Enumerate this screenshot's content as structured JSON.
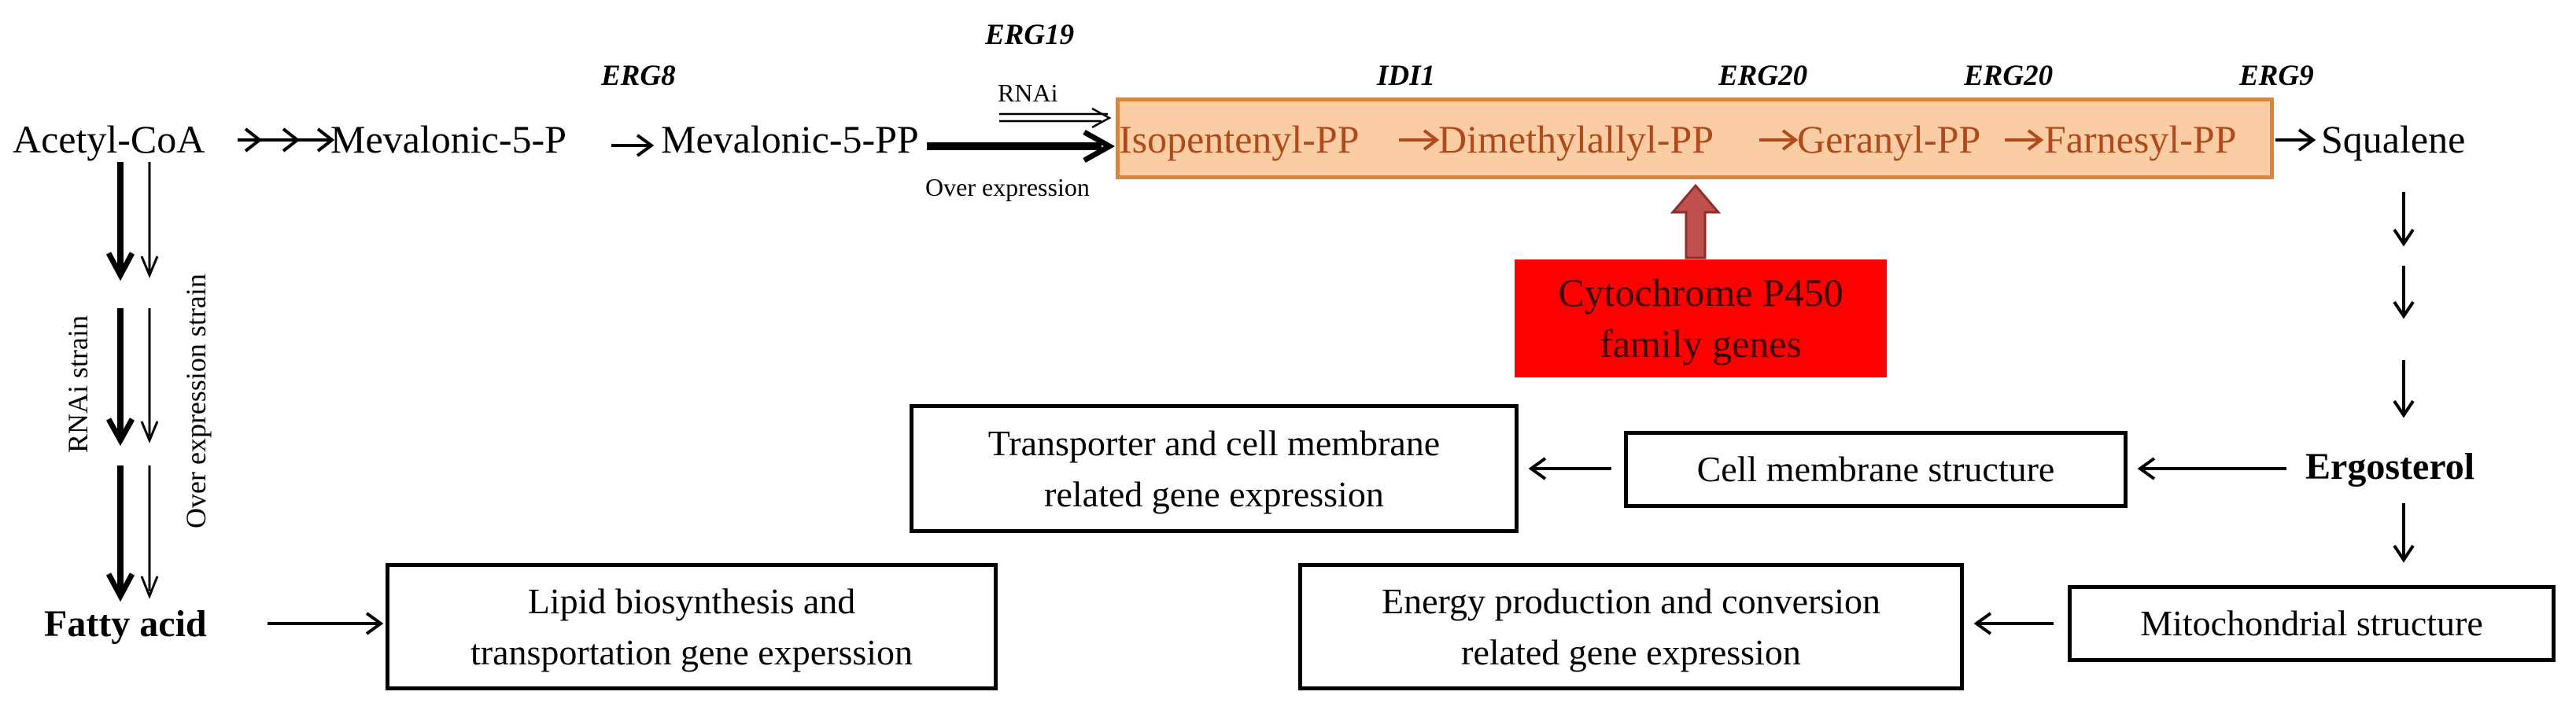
{
  "metabolites": {
    "acetyl_coa": "Acetyl-CoA",
    "mevalonic_5_p": "Mevalonic-5-P",
    "mevalonic_5_pp": "Mevalonic-5-PP",
    "isopentenyl_pp": "Isopentenyl-PP",
    "dimethylallyl_pp": "Dimethylallyl-PP",
    "geranyl_pp": "Geranyl-PP",
    "farnesyl_pp": "Farnesyl-PP",
    "squalene": "Squalene",
    "ergosterol": "Ergosterol",
    "fatty_acid": "Fatty acid"
  },
  "genes": {
    "erg8": "ERG8",
    "erg19": "ERG19",
    "idi1": "IDI1",
    "erg20_a": "ERG20",
    "erg20_b": "ERG20",
    "erg9": "ERG9"
  },
  "labels": {
    "rnai": "RNAi",
    "over_expression": "Over expression",
    "rnai_strain": "RNAi strain",
    "over_expression_strain": "Over expression strain"
  },
  "p450": {
    "line1": "Cytochrome P450",
    "line2": "family genes"
  },
  "boxes": {
    "transporter_line1": "Transporter and cell membrane",
    "transporter_line2": "related gene expression",
    "cell_membrane": "Cell membrane structure",
    "lipid_line1": "Lipid biosynthesis and",
    "lipid_line2": "transportation gene experssion",
    "energy_line1": "Energy production and conversion",
    "energy_line2": "related gene expression",
    "mitochondrial": "Mitochondrial structure"
  },
  "colors": {
    "pathway_fill": "#fbcda4",
    "pathway_border": "#d9843f",
    "pathway_text": "#b04a1a",
    "p450_fill": "#ff0000",
    "p450_arrow": "#c0504d"
  }
}
